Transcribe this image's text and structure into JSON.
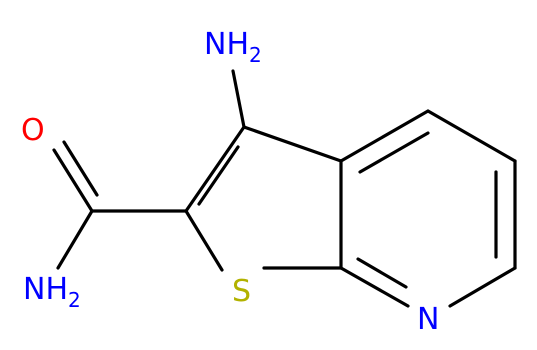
{
  "molecule": {
    "atoms": {
      "amino_top": {
        "symbol": "NH",
        "subscript": "2",
        "color": "#0000ff"
      },
      "amide_oxygen": {
        "symbol": "O",
        "subscript": "",
        "color": "#ff0000"
      },
      "amide_nitrogen": {
        "symbol": "NH",
        "subscript": "2",
        "color": "#0000ff"
      },
      "sulfur": {
        "symbol": "S",
        "subscript": "",
        "color": "#b2b200"
      },
      "pyridine_nitrogen": {
        "symbol": "N",
        "subscript": "",
        "color": "#0000ff"
      }
    },
    "bond_color": "#000000"
  }
}
